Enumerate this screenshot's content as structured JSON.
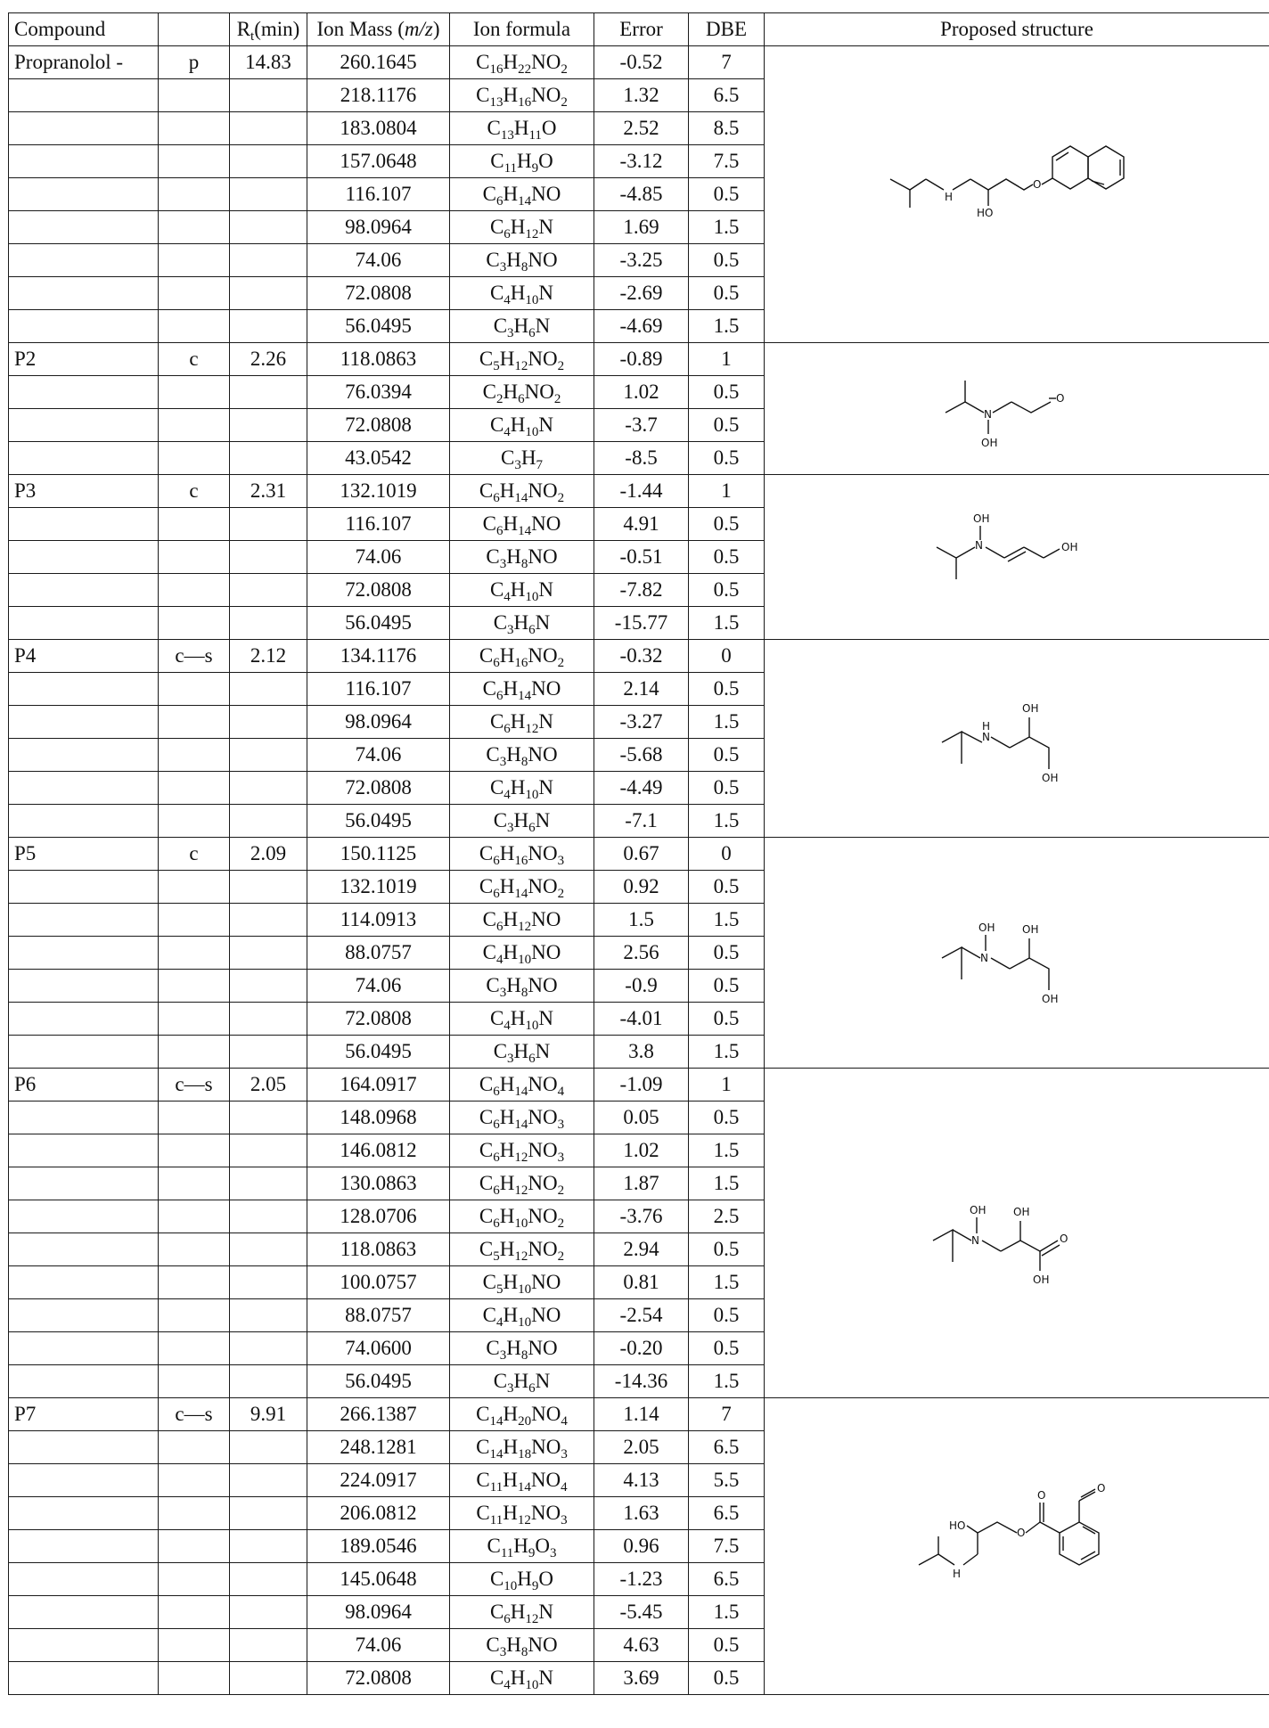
{
  "headers": [
    "Compound",
    "",
    "Rt(min)",
    "Ion Mass (m/z)",
    "Ion formula",
    "Error",
    "DBE",
    "Proposed structure"
  ],
  "header_rt": {
    "main": "R",
    "sub": "t",
    "rest": "(min)"
  },
  "header_mass": {
    "main": "Ion Mass (",
    "it": "m/z",
    "rest": ")"
  },
  "groups": [
    {
      "name": "Propranolol -",
      "code": "p",
      "rt": "14.83",
      "structure": "propranolol-structure-icon",
      "rows": [
        {
          "mass": "260.1645",
          "formula": [
            [
              "C",
              "16"
            ],
            [
              "H",
              "22"
            ],
            [
              "NO",
              "2"
            ]
          ],
          "error": "-0.52",
          "dbe": "7"
        },
        {
          "mass": "218.1176",
          "formula": [
            [
              "C",
              "13"
            ],
            [
              "H",
              "16"
            ],
            [
              "NO",
              "2"
            ]
          ],
          "error": "1.32",
          "dbe": "6.5"
        },
        {
          "mass": "183.0804",
          "formula": [
            [
              "C",
              "13"
            ],
            [
              "H",
              "11"
            ],
            [
              "O",
              ""
            ]
          ],
          "error": "2.52",
          "dbe": "8.5"
        },
        {
          "mass": "157.0648",
          "formula": [
            [
              "C",
              "11"
            ],
            [
              "H",
              "9"
            ],
            [
              "O",
              ""
            ]
          ],
          "error": "-3.12",
          "dbe": "7.5"
        },
        {
          "mass": "116.107",
          "formula": [
            [
              "C",
              "6"
            ],
            [
              "H",
              "14"
            ],
            [
              "NO",
              ""
            ]
          ],
          "error": "-4.85",
          "dbe": "0.5"
        },
        {
          "mass": "98.0964",
          "formula": [
            [
              "C",
              "6"
            ],
            [
              "H",
              "12"
            ],
            [
              "N",
              ""
            ]
          ],
          "error": "1.69",
          "dbe": "1.5"
        },
        {
          "mass": "74.06",
          "formula": [
            [
              "C",
              "3"
            ],
            [
              "H",
              "8"
            ],
            [
              "NO",
              ""
            ]
          ],
          "error": "-3.25",
          "dbe": "0.5"
        },
        {
          "mass": "72.0808",
          "formula": [
            [
              "C",
              "4"
            ],
            [
              "H",
              "10"
            ],
            [
              "N",
              ""
            ]
          ],
          "error": "-2.69",
          "dbe": "0.5"
        },
        {
          "mass": "56.0495",
          "formula": [
            [
              "C",
              "3"
            ],
            [
              "H",
              "6"
            ],
            [
              "N",
              ""
            ]
          ],
          "error": "-4.69",
          "dbe": "1.5"
        }
      ]
    },
    {
      "name": "P2",
      "code": "c",
      "rt": "2.26",
      "structure": "p2-structure-icon",
      "rows": [
        {
          "mass": "118.0863",
          "formula": [
            [
              "C",
              "5"
            ],
            [
              "H",
              "12"
            ],
            [
              "NO",
              "2"
            ]
          ],
          "error": "-0.89",
          "dbe": "1"
        },
        {
          "mass": "76.0394",
          "formula": [
            [
              "C",
              "2"
            ],
            [
              "H",
              "6"
            ],
            [
              "NO",
              "2"
            ]
          ],
          "error": "1.02",
          "dbe": "0.5"
        },
        {
          "mass": "72.0808",
          "formula": [
            [
              "C",
              "4"
            ],
            [
              "H",
              "10"
            ],
            [
              "N",
              ""
            ]
          ],
          "error": "-3.7",
          "dbe": "0.5"
        },
        {
          "mass": "43.0542",
          "formula": [
            [
              "C",
              "3"
            ],
            [
              "H",
              "7"
            ]
          ],
          "error": "-8.5",
          "dbe": "0.5"
        }
      ]
    },
    {
      "name": "P3",
      "code": "c",
      "rt": "2.31",
      "structure": "p3-structure-icon",
      "rows": [
        {
          "mass": "132.1019",
          "formula": [
            [
              "C",
              "6"
            ],
            [
              "H",
              "14"
            ],
            [
              "NO",
              "2"
            ]
          ],
          "error": "-1.44",
          "dbe": "1"
        },
        {
          "mass": "116.107",
          "formula": [
            [
              "C",
              "6"
            ],
            [
              "H",
              "14"
            ],
            [
              "NO",
              ""
            ]
          ],
          "error": "4.91",
          "dbe": "0.5"
        },
        {
          "mass": "74.06",
          "formula": [
            [
              "C",
              "3"
            ],
            [
              "H",
              "8"
            ],
            [
              "NO",
              ""
            ]
          ],
          "error": "-0.51",
          "dbe": "0.5"
        },
        {
          "mass": "72.0808",
          "formula": [
            [
              "C",
              "4"
            ],
            [
              "H",
              "10"
            ],
            [
              "N",
              ""
            ]
          ],
          "error": "-7.82",
          "dbe": "0.5"
        },
        {
          "mass": "56.0495",
          "formula": [
            [
              "C",
              "3"
            ],
            [
              "H",
              "6"
            ],
            [
              "N",
              ""
            ]
          ],
          "error": "-15.77",
          "dbe": "1.5"
        }
      ]
    },
    {
      "name": "P4",
      "code": "c—s",
      "rt": "2.12",
      "structure": "p4-structure-icon",
      "rows": [
        {
          "mass": "134.1176",
          "formula": [
            [
              "C",
              "6"
            ],
            [
              "H",
              "16"
            ],
            [
              "NO",
              "2"
            ]
          ],
          "error": "-0.32",
          "dbe": "0"
        },
        {
          "mass": "116.107",
          "formula": [
            [
              "C",
              "6"
            ],
            [
              "H",
              "14"
            ],
            [
              "NO",
              ""
            ]
          ],
          "error": "2.14",
          "dbe": "0.5"
        },
        {
          "mass": "98.0964",
          "formula": [
            [
              "C",
              "6"
            ],
            [
              "H",
              "12"
            ],
            [
              "N",
              ""
            ]
          ],
          "error": "-3.27",
          "dbe": "1.5"
        },
        {
          "mass": "74.06",
          "formula": [
            [
              "C",
              "3"
            ],
            [
              "H",
              "8"
            ],
            [
              "NO",
              ""
            ]
          ],
          "error": "-5.68",
          "dbe": "0.5"
        },
        {
          "mass": "72.0808",
          "formula": [
            [
              "C",
              "4"
            ],
            [
              "H",
              "10"
            ],
            [
              "N",
              ""
            ]
          ],
          "error": "-4.49",
          "dbe": "0.5"
        },
        {
          "mass": "56.0495",
          "formula": [
            [
              "C",
              "3"
            ],
            [
              "H",
              "6"
            ],
            [
              "N",
              ""
            ]
          ],
          "error": "-7.1",
          "dbe": "1.5"
        }
      ]
    },
    {
      "name": "P5",
      "code": "c",
      "rt": "2.09",
      "structure": "p5-structure-icon",
      "rows": [
        {
          "mass": "150.1125",
          "formula": [
            [
              "C",
              "6"
            ],
            [
              "H",
              "16"
            ],
            [
              "NO",
              "3"
            ]
          ],
          "error": "0.67",
          "dbe": "0"
        },
        {
          "mass": "132.1019",
          "formula": [
            [
              "C",
              "6"
            ],
            [
              "H",
              "14"
            ],
            [
              "NO",
              "2"
            ]
          ],
          "error": "0.92",
          "dbe": "0.5"
        },
        {
          "mass": "114.0913",
          "formula": [
            [
              "C",
              "6"
            ],
            [
              "H",
              "12"
            ],
            [
              "NO",
              ""
            ]
          ],
          "error": "1.5",
          "dbe": "1.5"
        },
        {
          "mass": "88.0757",
          "formula": [
            [
              "C",
              "4"
            ],
            [
              "H",
              "10"
            ],
            [
              "NO",
              ""
            ]
          ],
          "error": "2.56",
          "dbe": "0.5"
        },
        {
          "mass": "74.06",
          "formula": [
            [
              "C",
              "3"
            ],
            [
              "H",
              "8"
            ],
            [
              "NO",
              ""
            ]
          ],
          "error": "-0.9",
          "dbe": "0.5"
        },
        {
          "mass": "72.0808",
          "formula": [
            [
              "C",
              "4"
            ],
            [
              "H",
              "10"
            ],
            [
              "N",
              ""
            ]
          ],
          "error": "-4.01",
          "dbe": "0.5"
        },
        {
          "mass": "56.0495",
          "formula": [
            [
              "C",
              "3"
            ],
            [
              "H",
              "6"
            ],
            [
              "N",
              ""
            ]
          ],
          "error": "3.8",
          "dbe": "1.5"
        }
      ]
    },
    {
      "name": "P6",
      "code": "c—s",
      "rt": "2.05",
      "structure": "p6-structure-icon",
      "rows": [
        {
          "mass": "164.0917",
          "formula": [
            [
              "C",
              "6"
            ],
            [
              "H",
              "14"
            ],
            [
              "NO",
              "4"
            ]
          ],
          "error": "-1.09",
          "dbe": "1"
        },
        {
          "mass": "148.0968",
          "formula": [
            [
              "C",
              "6"
            ],
            [
              "H",
              "14"
            ],
            [
              "NO",
              "3"
            ]
          ],
          "error": "0.05",
          "dbe": "0.5"
        },
        {
          "mass": "146.0812",
          "formula": [
            [
              "C",
              "6"
            ],
            [
              "H",
              "12"
            ],
            [
              "NO",
              "3"
            ]
          ],
          "error": "1.02",
          "dbe": "1.5"
        },
        {
          "mass": "130.0863",
          "formula": [
            [
              "C",
              "6"
            ],
            [
              "H",
              "12"
            ],
            [
              "NO",
              "2"
            ]
          ],
          "error": "1.87",
          "dbe": "1.5"
        },
        {
          "mass": "128.0706",
          "formula": [
            [
              "C",
              "6"
            ],
            [
              "H",
              "10"
            ],
            [
              "NO",
              "2"
            ]
          ],
          "error": "-3.76",
          "dbe": "2.5"
        },
        {
          "mass": "118.0863",
          "formula": [
            [
              "C",
              "5"
            ],
            [
              "H",
              "12"
            ],
            [
              "NO",
              "2"
            ]
          ],
          "error": "2.94",
          "dbe": "0.5"
        },
        {
          "mass": "100.0757",
          "formula": [
            [
              "C",
              "5"
            ],
            [
              "H",
              "10"
            ],
            [
              "NO",
              ""
            ]
          ],
          "error": "0.81",
          "dbe": "1.5"
        },
        {
          "mass": "88.0757",
          "formula": [
            [
              "C",
              "4"
            ],
            [
              "H",
              "10"
            ],
            [
              "NO",
              ""
            ]
          ],
          "error": "-2.54",
          "dbe": "0.5"
        },
        {
          "mass": "74.0600",
          "formula": [
            [
              "C",
              "3"
            ],
            [
              "H",
              "8"
            ],
            [
              "NO",
              ""
            ]
          ],
          "error": "-0.20",
          "dbe": "0.5"
        },
        {
          "mass": "56.0495",
          "formula": [
            [
              "C",
              "3"
            ],
            [
              "H",
              "6"
            ],
            [
              "N",
              ""
            ]
          ],
          "error": "-14.36",
          "dbe": "1.5"
        }
      ]
    },
    {
      "name": "P7",
      "code": "c—s",
      "rt": "9.91",
      "structure": "p7-structure-icon",
      "rows": [
        {
          "mass": "266.1387",
          "formula": [
            [
              "C",
              "14"
            ],
            [
              "H",
              "20"
            ],
            [
              "NO",
              "4"
            ]
          ],
          "error": "1.14",
          "dbe": "7"
        },
        {
          "mass": "248.1281",
          "formula": [
            [
              "C",
              "14"
            ],
            [
              "H",
              "18"
            ],
            [
              "NO",
              "3"
            ]
          ],
          "error": "2.05",
          "dbe": "6.5"
        },
        {
          "mass": "224.0917",
          "formula": [
            [
              "C",
              "11"
            ],
            [
              "H",
              "14"
            ],
            [
              "NO",
              "4"
            ]
          ],
          "error": "4.13",
          "dbe": "5.5"
        },
        {
          "mass": "206.0812",
          "formula": [
            [
              "C",
              "11"
            ],
            [
              "H",
              "12"
            ],
            [
              "NO",
              "3"
            ]
          ],
          "error": "1.63",
          "dbe": "6.5"
        },
        {
          "mass": "189.0546",
          "formula": [
            [
              "C",
              "11"
            ],
            [
              "H",
              "9"
            ],
            [
              "O",
              "3"
            ]
          ],
          "error": "0.96",
          "dbe": "7.5"
        },
        {
          "mass": "145.0648",
          "formula": [
            [
              "C",
              "10"
            ],
            [
              "H",
              "9"
            ],
            [
              "O",
              ""
            ]
          ],
          "error": "-1.23",
          "dbe": "6.5"
        },
        {
          "mass": "98.0964",
          "formula": [
            [
              "C",
              "6"
            ],
            [
              "H",
              "12"
            ],
            [
              "N",
              ""
            ]
          ],
          "error": "-5.45",
          "dbe": "1.5"
        },
        {
          "mass": "74.06",
          "formula": [
            [
              "C",
              "3"
            ],
            [
              "H",
              "8"
            ],
            [
              "NO",
              ""
            ]
          ],
          "error": "4.63",
          "dbe": "0.5"
        },
        {
          "mass": "72.0808",
          "formula": [
            [
              "C",
              "4"
            ],
            [
              "H",
              "10"
            ],
            [
              "N",
              ""
            ]
          ],
          "error": "3.69",
          "dbe": "0.5"
        }
      ]
    }
  ],
  "atom_labels": {
    "oh": "OH",
    "ho": "HO",
    "n": "N",
    "h": "H",
    "o": "O"
  }
}
